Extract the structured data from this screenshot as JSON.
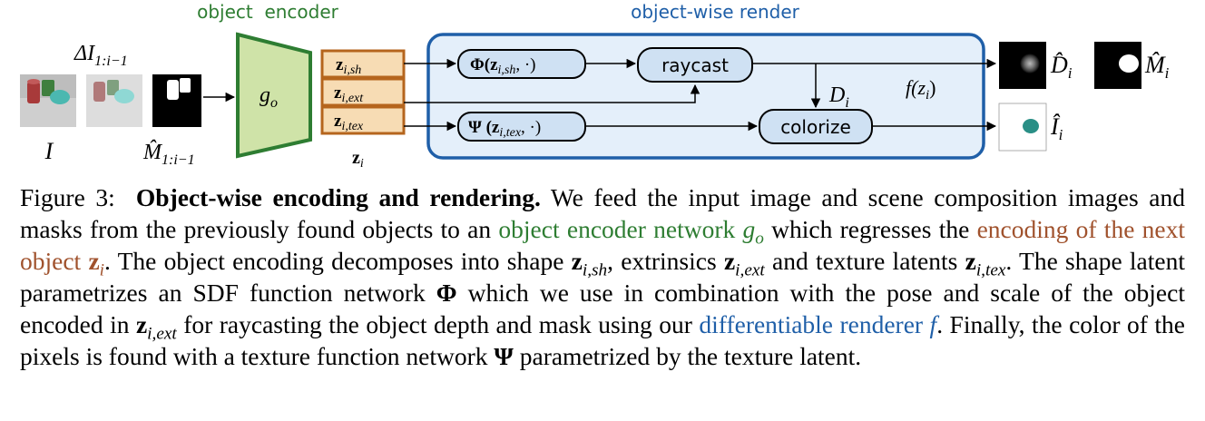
{
  "figure": {
    "labels": {
      "object_encoder": "object  encoder",
      "object_wise_render": "object-wise render",
      "delta_i": "ΔI",
      "delta_i_sub": "1:i−1",
      "input_image": "I",
      "mask_hat": "M̂",
      "mask_hat_sub": "1:i−1",
      "encoder_fn": "g",
      "encoder_fn_sub": "o",
      "latent_sh": "z",
      "latent_sh_sub": "i,sh",
      "latent_ext": "z",
      "latent_ext_sub": "i,ext",
      "latent_tex": "z",
      "latent_tex_sub": "i,tex",
      "latent_z": "z",
      "latent_z_sub": "i",
      "phi_node": "Φ(z",
      "phi_node_sub": "i,sh",
      "phi_node_tail": ", ·)",
      "psi_node": "Ψ (z",
      "psi_node_sub": "i,tex",
      "psi_node_tail": ", ·)",
      "raycast": "raycast",
      "colorize": "colorize",
      "depth_label": "D",
      "depth_label_sub": "i",
      "renderer_fn": "f(z",
      "renderer_fn_sub": "i",
      "renderer_fn_tail": ")",
      "out_depth": "D̂",
      "out_depth_sub": "i",
      "out_mask": "M̂",
      "out_mask_sub": "i",
      "out_image": "Î",
      "out_image_sub": "i"
    },
    "colors": {
      "encoder_green": "#2e7d32",
      "encoder_fill": "#cfe3a8",
      "latent_border": "#b5651d",
      "latent_fill": "#f7dcb4",
      "render_border": "#1f5fa8",
      "render_fill": "#e4effa",
      "node_fill": "#cfe1f3",
      "caption_blue": "#1f5fa8",
      "caption_brown": "#a0522d"
    }
  },
  "caption": {
    "fig_label": "Figure 3:",
    "title": "Object-wise encoding and rendering.",
    "t1": " We feed the input image and scene composition images and masks from the previously found objects to an ",
    "green_link": "object encoder network ",
    "green_math": "g",
    "green_math_sub": "o",
    "t2": " which regresses the ",
    "brown_link": "encoding of the next object ",
    "brown_math": "z",
    "brown_math_sub": "i",
    "t3": ". The object encoding decomposes into shape ",
    "m_sh": "z",
    "m_sh_sub": "i,sh",
    "t4": ", extrinsics ",
    "m_ext": "z",
    "m_ext_sub": "i,ext",
    "t5": " and texture latents ",
    "m_tex": "z",
    "m_tex_sub": "i,tex",
    "t6": ". The shape latent parametrizes an SDF function network ",
    "m_phi": "Φ",
    "t7": " which we use in combination with the pose and scale of the object encoded in ",
    "m_ext2": "z",
    "m_ext2_sub": "i,ext",
    "t8": " for raycasting the object depth and mask using our ",
    "blue_link": "differentiable renderer ",
    "blue_math": "f",
    "t9": ". Finally, the color of the pixels is found with a texture function network ",
    "m_psi": "Ψ",
    "t10": " parametrized by the texture latent."
  }
}
